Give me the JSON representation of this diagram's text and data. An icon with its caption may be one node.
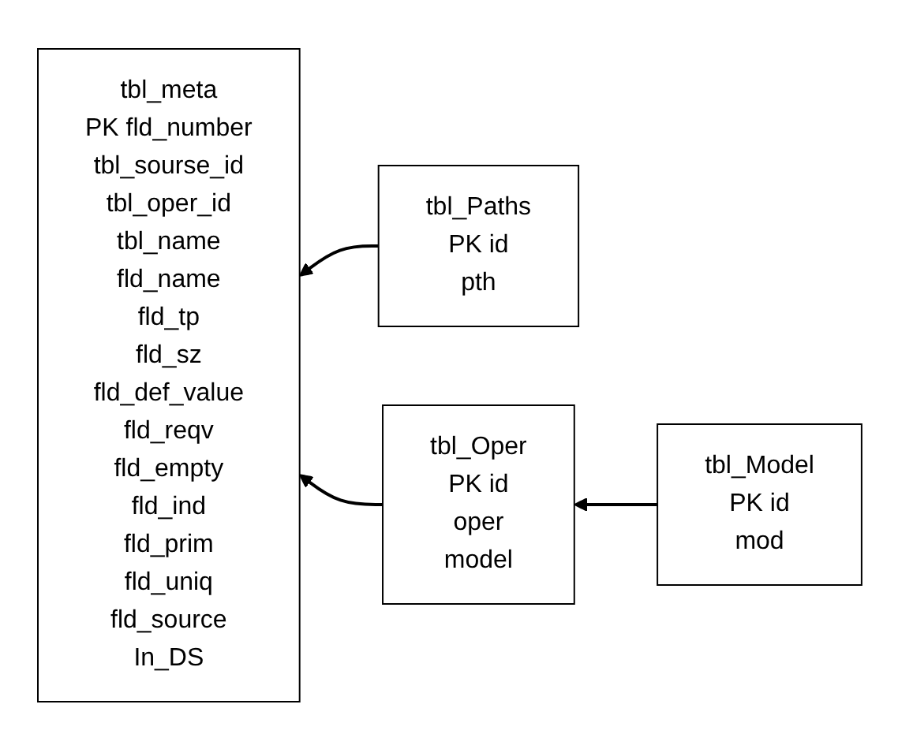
{
  "diagram": {
    "nodes": [
      {
        "text": [
          "tbl_meta",
          "PK",
          "fld_number",
          "tbl_sourse_id",
          "tbl_oper_id",
          "tbl_name",
          "fld_name",
          "fld_tp",
          "fld_sz",
          "fld_def_value",
          "fld_reqv",
          "fld_empty",
          "fld_ind",
          "fld_prim",
          "fld_uniq",
          "fld_source",
          "In_DS"
        ]
      },
      {
        "text": [
          "tbl_Paths",
          "PK",
          "id",
          "pth"
        ]
      },
      {
        "text": [
          "tbl_Oper",
          "PK",
          "id",
          "oper",
          "model"
        ]
      },
      {
        "text": [
          "tbl_Model",
          "PK",
          "id",
          "mod"
        ]
      }
    ],
    "edges": [
      {
        "from": 1,
        "to": 0,
        "arrow": "to"
      },
      {
        "from": 2,
        "to": 0,
        "arrow": "to"
      },
      {
        "from": 3,
        "to": 2,
        "arrow": "to"
      }
    ]
  }
}
